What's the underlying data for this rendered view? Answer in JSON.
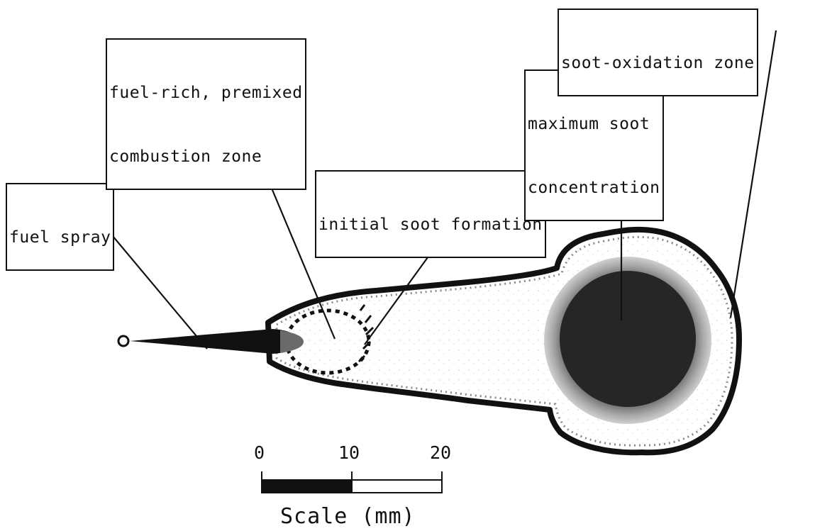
{
  "labels": {
    "fuel_spray": "fuel spray",
    "premixed_line1": "fuel-rich, premixed",
    "premixed_line2": "combustion zone",
    "initial_soot": "initial soot formation",
    "max_soot_line1": "maximum soot",
    "max_soot_line2": "concentration",
    "soot_oxidation": "soot-oxidation zone"
  },
  "scale": {
    "ticks": [
      "0",
      "10",
      "20"
    ],
    "title": "Scale (mm)"
  },
  "colors": {
    "outline": "#111111",
    "soot_core": "#262626",
    "soot_mid": "#9a9a9a",
    "background": "#ffffff"
  }
}
